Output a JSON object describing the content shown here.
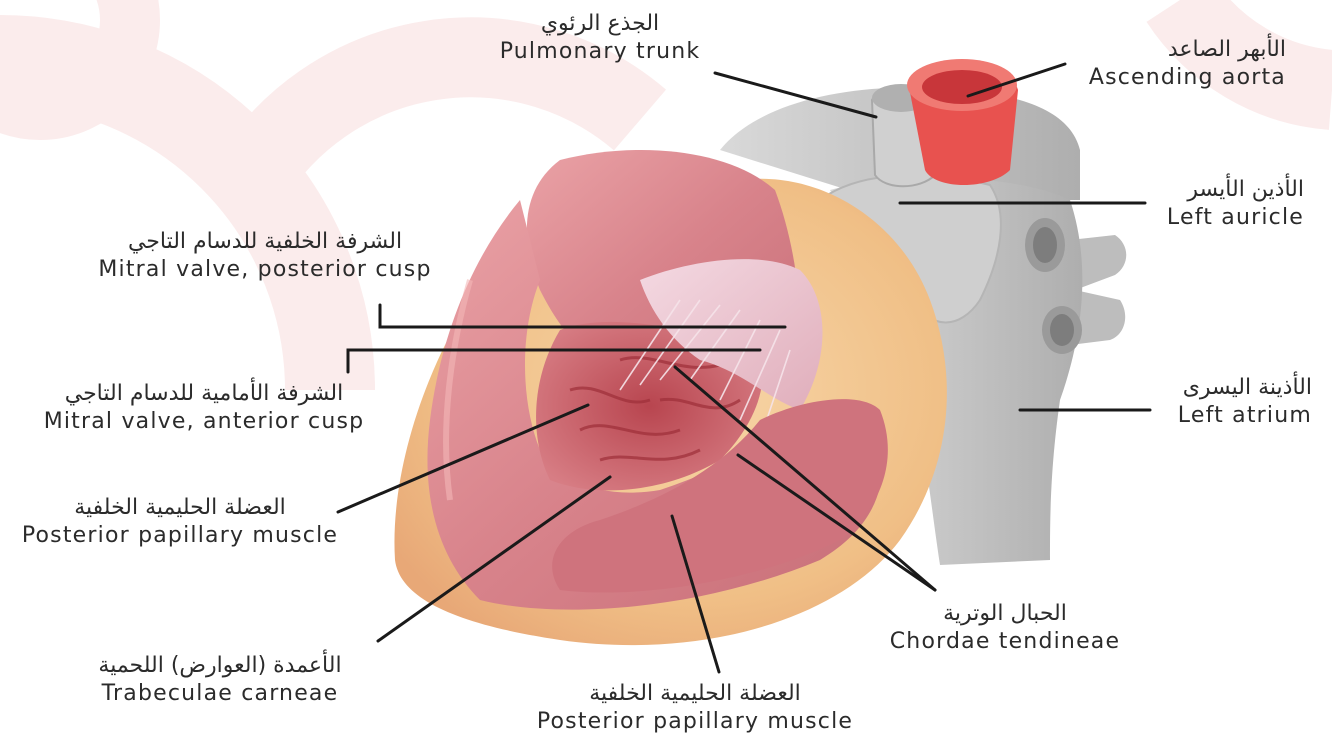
{
  "colors": {
    "background": "#ffffff",
    "ring_tint": "#fbecec",
    "leader_line": "#1a1a1a",
    "myocardium": "#d9828a",
    "fat": "#f2c48f",
    "vessels": "#c9c9c9",
    "aorta_lumen": "#e8524f"
  },
  "labels": {
    "pulmonary_trunk": {
      "arabic": "الجذع الرئوي",
      "english": "Pulmonary trunk"
    },
    "ascending_aorta": {
      "arabic": "الأبهر الصاعد",
      "english": "Ascending aorta"
    },
    "left_auricle": {
      "arabic": "الأذين الأيسر",
      "english": "Left auricle"
    },
    "mitral_posterior_cusp": {
      "arabic": "الشرفة الخلفية للدسام التاجي",
      "english": "Mitral valve, posterior cusp"
    },
    "mitral_anterior_cusp": {
      "arabic": "الشرفة الأمامية للدسام التاجي",
      "english": "Mitral valve, anterior cusp"
    },
    "left_atrium": {
      "arabic": "الأذينة اليسرى",
      "english": "Left atrium"
    },
    "posterior_papillary_left": {
      "arabic": "العضلة الحليمية الخلفية",
      "english": "Posterior papillary muscle"
    },
    "chordae_tendineae": {
      "arabic": "الحبال الوترية",
      "english": "Chordae tendineae"
    },
    "trabeculae_carneae": {
      "arabic": "الأعمدة (العوارض) اللحمية",
      "english": "Trabeculae carneae"
    },
    "posterior_papillary_bottom": {
      "arabic": "العضلة الحليمية الخلفية",
      "english": "Posterior papillary muscle"
    }
  }
}
